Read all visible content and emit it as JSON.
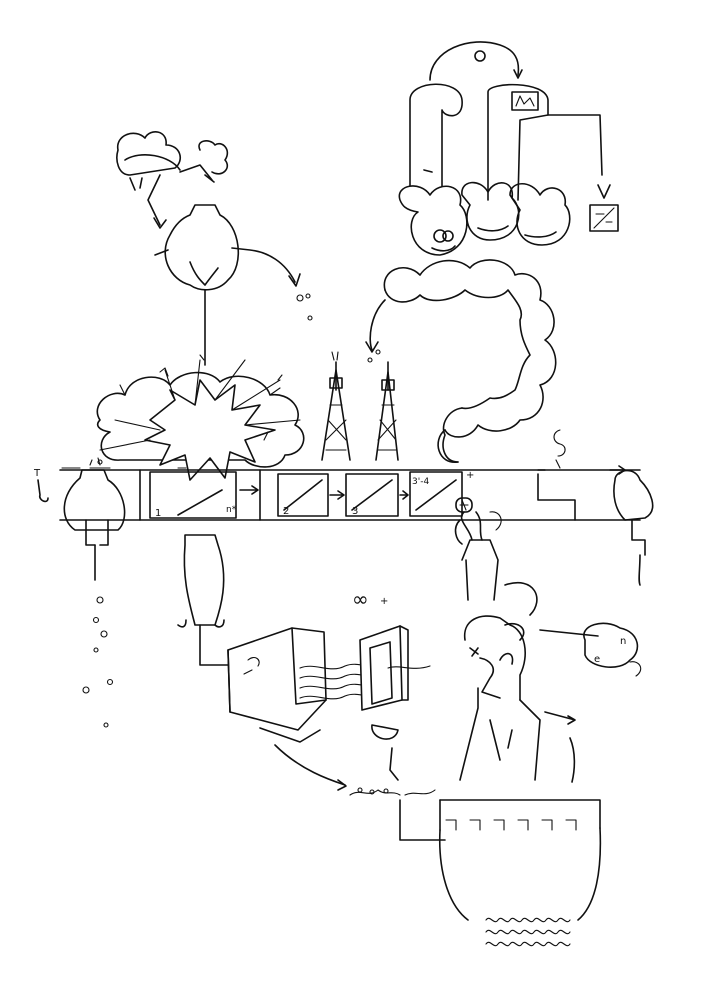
{
  "drawing": {
    "panel_labels": [
      "1",
      "2",
      "3",
      "3'-4"
    ],
    "label_n_star": "n*",
    "label_plus_tower": "+",
    "label_infinity": "∞",
    "label_plus_center": "+",
    "label_T": "T",
    "label_n_right": "n",
    "label_e_right": "e",
    "colors": {
      "ink": "#111111",
      "paper": "#ffffff"
    }
  }
}
